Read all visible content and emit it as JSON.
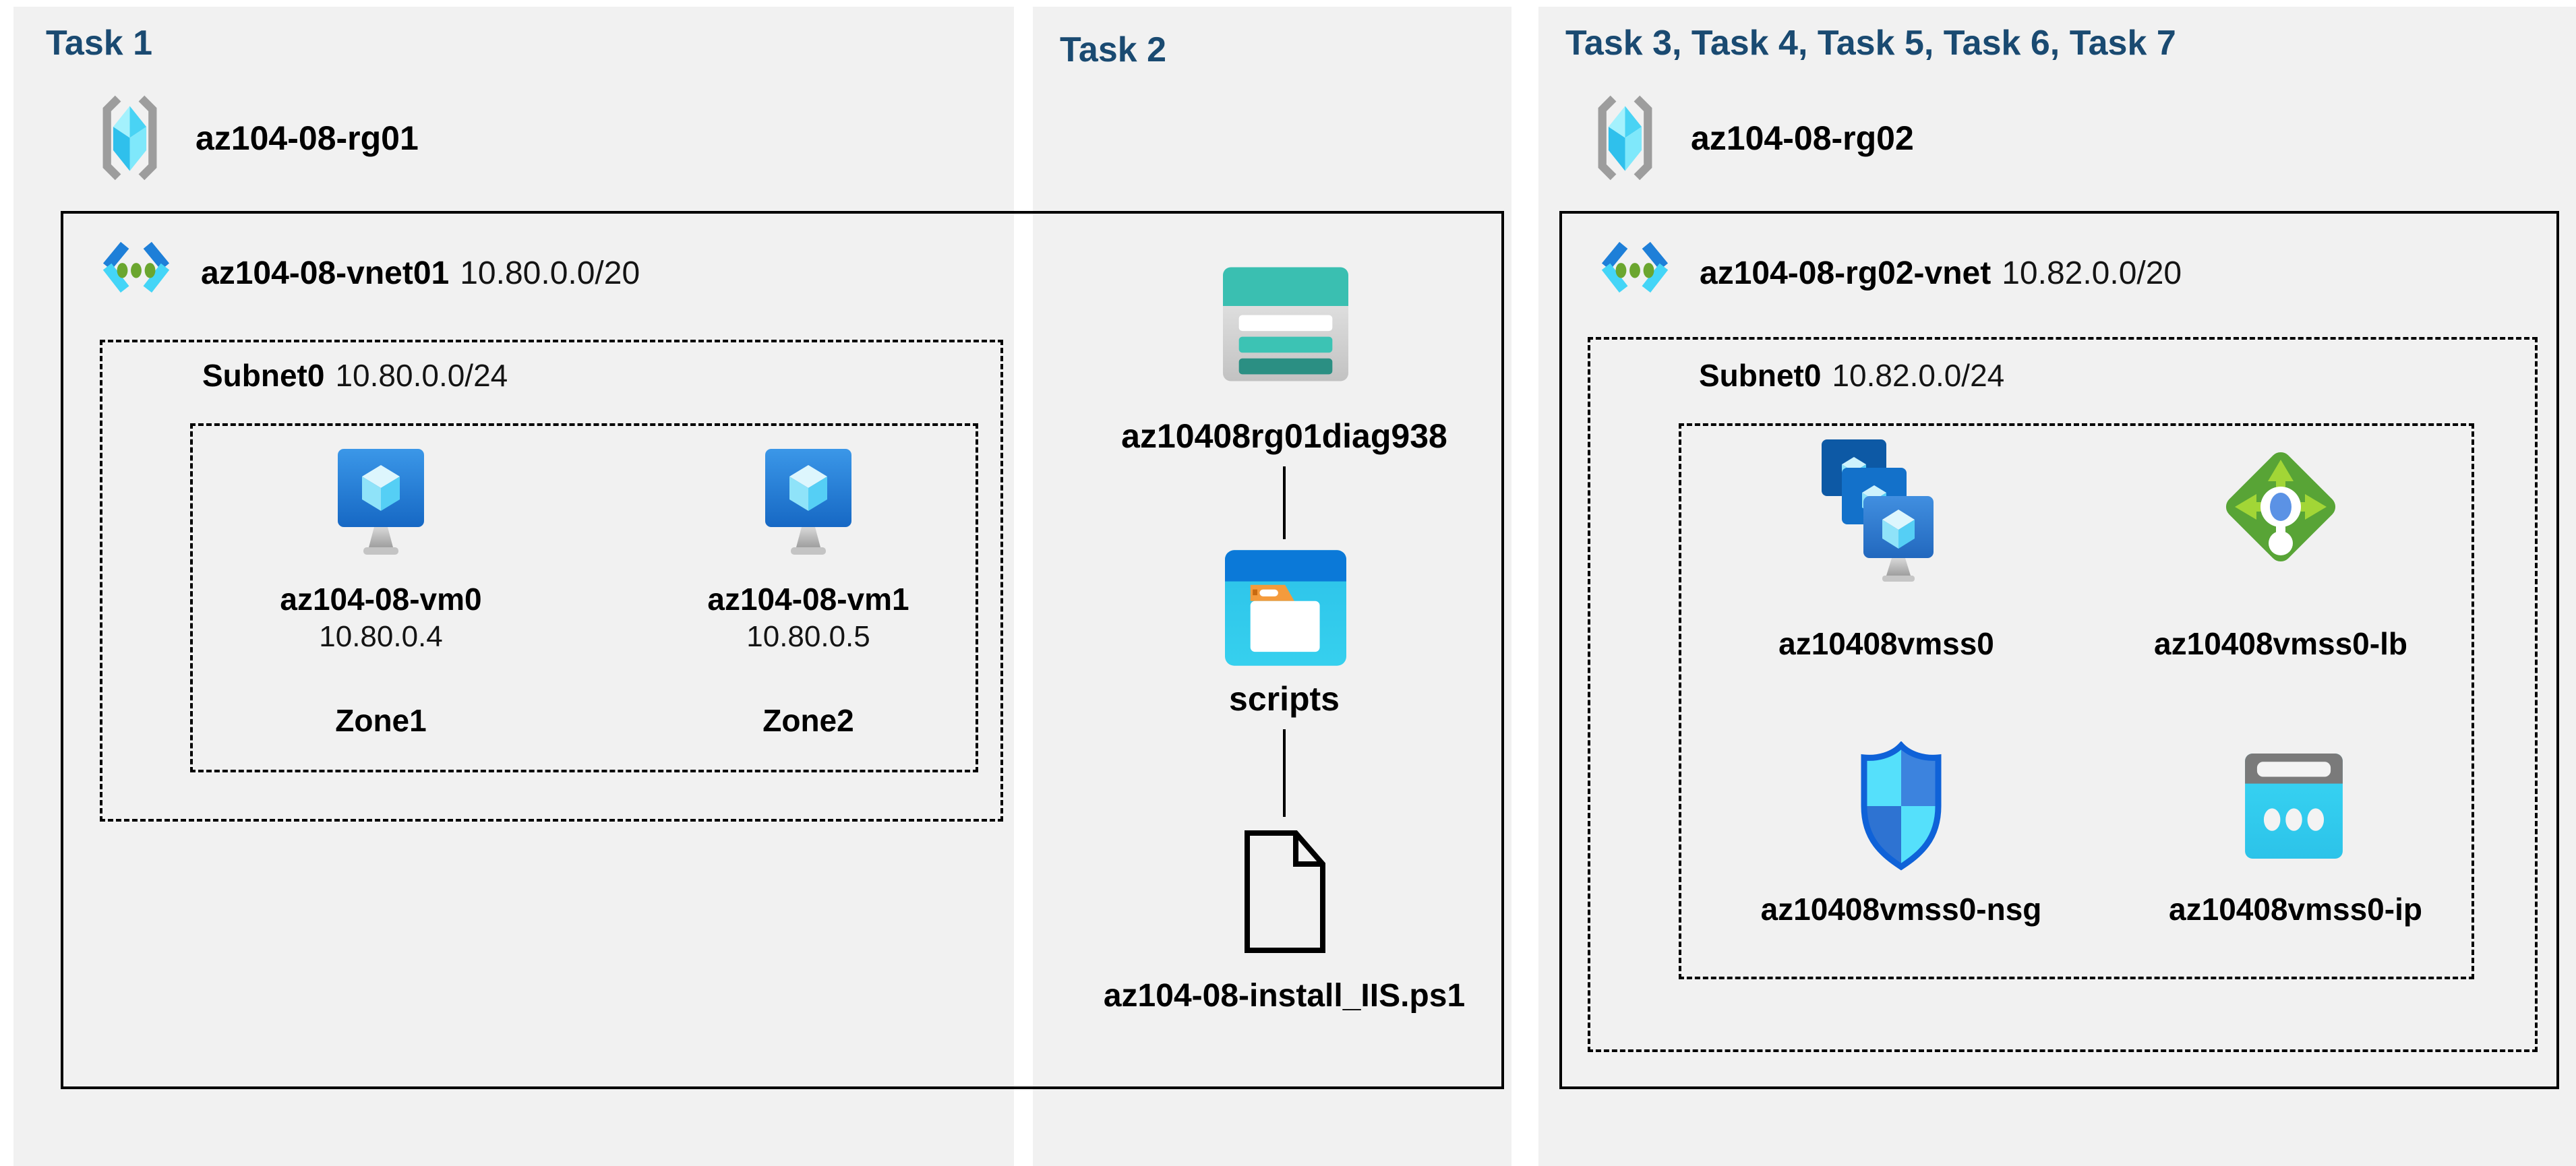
{
  "colors": {
    "page_bg": "#ffffff",
    "panel_bg": "#f1f1f1",
    "heading": "#1a4a71",
    "text": "#000000",
    "storage_teal": "#3abfb1",
    "vm_blue": "#1f78d1",
    "vnet_cyan": "#44d5f7",
    "vnet_green_dot": "#6ba62f",
    "lb_green": "#58a436",
    "nsg_blue_border": "#0f62d8",
    "public_ip_cyan": "#35d2f2",
    "folder_tab_orange": "#f49b3c"
  },
  "panels": [
    {
      "heading": "Task 1",
      "resource_group": {
        "name": "az104-08-rg01",
        "icon": "resource-group-icon"
      },
      "vnet": {
        "name": "az104-08-vnet01",
        "cidr": "10.80.0.0/20",
        "icon": "virtual-network-icon"
      },
      "subnet": {
        "name": "Subnet0",
        "cidr": "10.80.0.0/24"
      },
      "vms": [
        {
          "name": "az104-08-vm0",
          "ip": "10.80.0.4",
          "zone": "Zone1",
          "icon": "virtual-machine-icon"
        },
        {
          "name": "az104-08-vm1",
          "ip": "10.80.0.5",
          "zone": "Zone2",
          "icon": "virtual-machine-icon"
        }
      ]
    },
    {
      "heading": "Task 2",
      "storage_account": {
        "name": "az10408rg01diag938",
        "icon": "storage-account-icon"
      },
      "container": {
        "name": "scripts",
        "icon": "blob-container-icon"
      },
      "file": {
        "name": "az104-08-install_IIS.ps1",
        "icon": "file-icon"
      }
    },
    {
      "heading": "Task 3, Task 4, Task 5, Task 6, Task 7",
      "resource_group": {
        "name": "az104-08-rg02",
        "icon": "resource-group-icon"
      },
      "vnet": {
        "name": "az104-08-rg02-vnet",
        "cidr": "10.82.0.0/20",
        "icon": "virtual-network-icon"
      },
      "subnet": {
        "name": "Subnet0",
        "cidr": "10.82.0.0/24"
      },
      "resources": [
        {
          "name": "az10408vmss0",
          "icon": "vm-scale-set-icon"
        },
        {
          "name": "az10408vmss0-lb",
          "icon": "load-balancer-icon"
        },
        {
          "name": "az10408vmss0-nsg",
          "icon": "network-security-group-icon"
        },
        {
          "name": "az10408vmss0-ip",
          "icon": "public-ip-icon"
        }
      ]
    }
  ]
}
